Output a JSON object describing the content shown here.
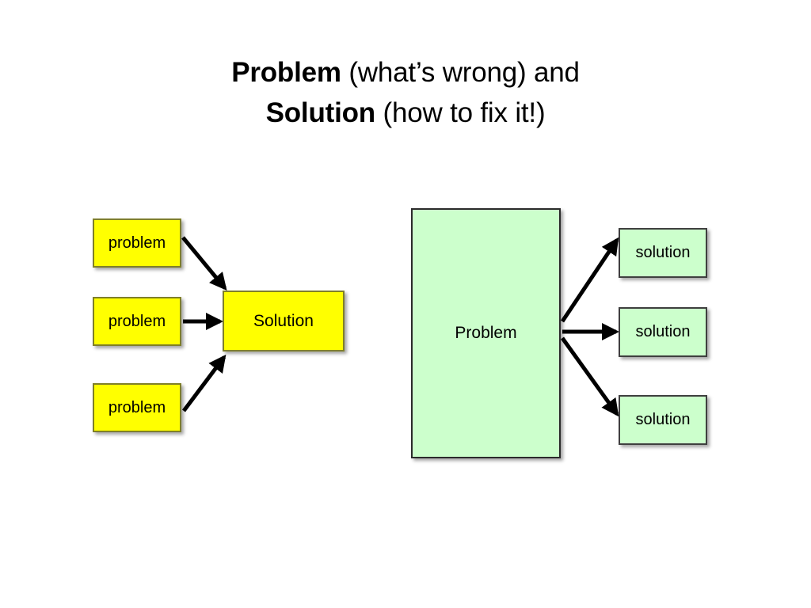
{
  "slide": {
    "background_color": "#FFFFFF",
    "title": {
      "line1_bold": "Problem",
      "line1_rest": " (what’s wrong) and",
      "line2_bold": "Solution",
      "line2_rest": " (how to fix it!)"
    }
  },
  "colors": {
    "yellow_fill": "#FFFF00",
    "yellow_border": "#7F7F28",
    "green_fill": "#CCFFCC",
    "green_border": "#3F3F3F",
    "arrow": "#000000",
    "text": "#000000"
  },
  "diagram_left": {
    "name": "many-problems-one-solution",
    "problems": [
      {
        "label": "problem"
      },
      {
        "label": "problem"
      },
      {
        "label": "problem"
      }
    ],
    "solution": {
      "label": "Solution"
    }
  },
  "diagram_right": {
    "name": "one-problem-many-solutions",
    "problem": {
      "label": "Problem"
    },
    "solutions": [
      {
        "label": "solution"
      },
      {
        "label": "solution"
      },
      {
        "label": "solution"
      }
    ]
  }
}
